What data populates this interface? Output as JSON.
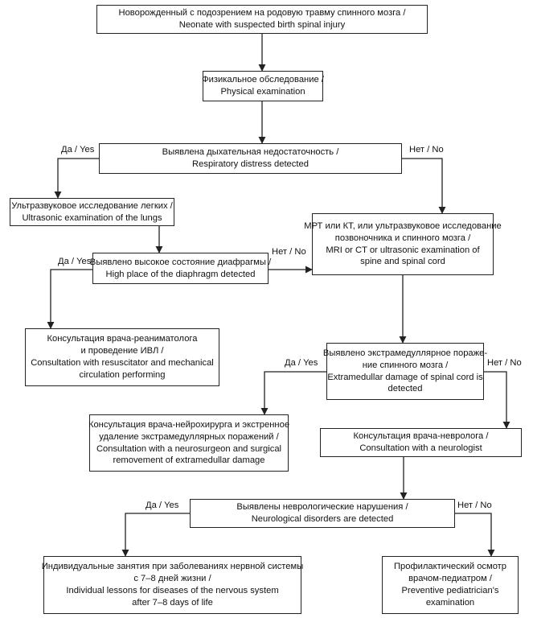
{
  "nodes": {
    "neonate": [
      "Новорожденный с подозрением на родовую травму спинного мозга /",
      "Neonate with suspected birth spinal injury"
    ],
    "physical_exam": [
      "Физикальное обследование /",
      "Physical examination"
    ],
    "respiratory": [
      "Выявлена дыхательная недостаточность /",
      "Respiratory distress detected"
    ],
    "ultrasound_lungs": [
      "Ультразвуковое исследование легких /",
      "Ultrasonic examination of the lungs"
    ],
    "diaphragm": [
      "Выявлено высокое состояние диафрагмы /",
      "High place of the diaphragm detected"
    ],
    "resuscitator": [
      "Консультация врача-реаниматолога",
      "и проведение ИВЛ /",
      "Consultation with resuscitator and mechanical",
      "circulation performing"
    ],
    "mri": [
      "МРТ или КТ, или ультразвуковое исследование",
      "позвоночника и спинного мозга /",
      "MRI or CT or ultrasonic examination of",
      "spine and spinal cord"
    ],
    "extramedullary": [
      "Выявлено экстрамедуллярное пораже-",
      "ние спинного мозга /",
      "Extramedullar damage of spinal cord is",
      "detected"
    ],
    "neurosurgeon": [
      "Консультация врача-нейрохирурга и экстренное",
      "удаление экстрамедуллярных поражений /",
      "Consultation with a neurosurgeon and surgical",
      "removement of extramedullar damage"
    ],
    "neurologist": [
      "Консультация врача-невролога /",
      "Consultation with a neurologist"
    ],
    "neuro_disorders": [
      "Выявлены неврологические нарушения /",
      "Neurological disorders are detected"
    ],
    "individual_lessons": [
      "Индивидуальные занятия при заболеваниях нервной системы",
      "с 7–8 дней жизни /",
      "Individual lessons for diseases of the nervous system",
      "after 7–8 days of life"
    ],
    "pediatrician": [
      "Профилактический осмотр",
      "врачом-педиатром /",
      "Preventive pediatrician's",
      "examination"
    ]
  },
  "labels": {
    "respiratory_yes": "Да / Yes",
    "respiratory_no": "Нет / No",
    "diaphragm_yes": "Да / Yes",
    "diaphragm_no": "Нет / No",
    "extramedullary_yes": "Да / Yes",
    "extramedullary_no": "Нет / No",
    "neuro_yes": "Да / Yes",
    "neuro_no": "Нет / No"
  }
}
